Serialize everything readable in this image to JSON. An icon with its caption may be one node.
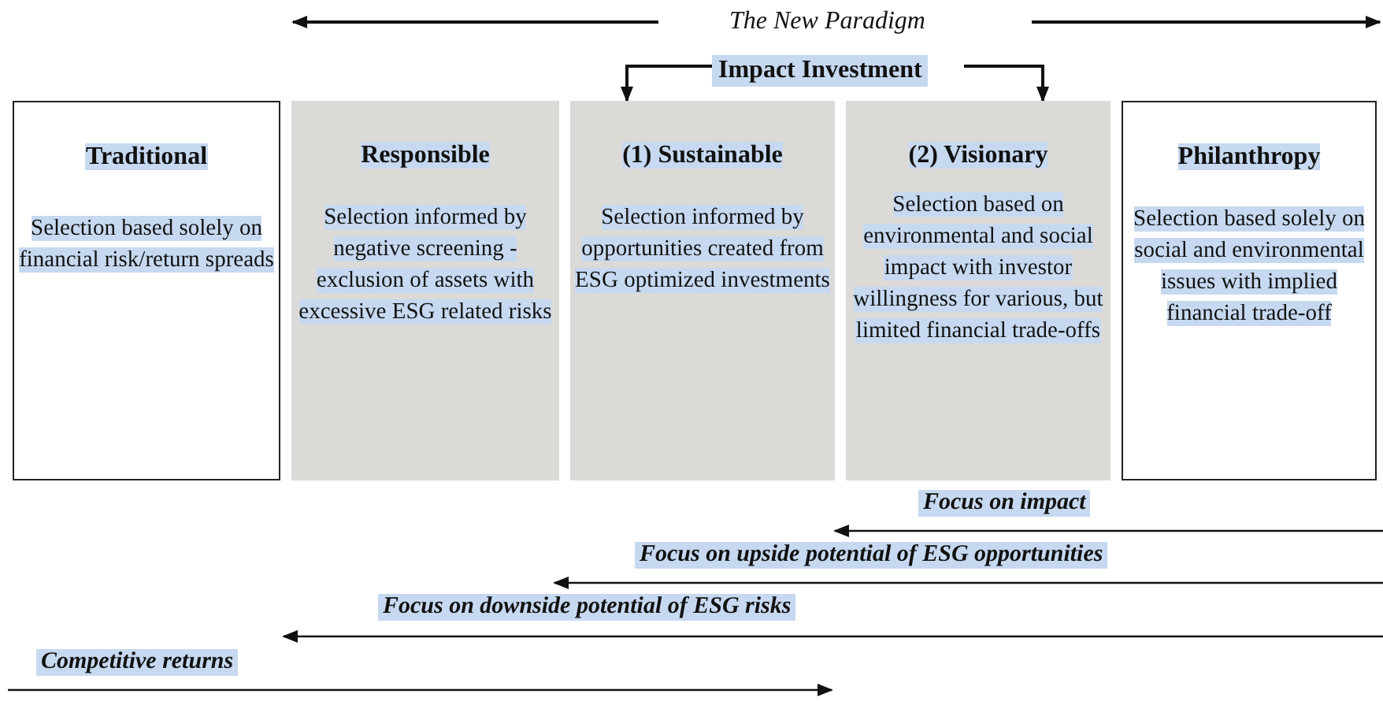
{
  "diagram": {
    "nodes": [
      {
        "text": [
          "Traditional",
          "Selection based solely on financial risk/return spreads"
        ]
      },
      {
        "text": [
          "Responsible",
          "Selection informed by negative screening - exclusion of assets with excessive ESG related risks"
        ]
      },
      {
        "text": [
          "(1) Sustainable",
          "Selection informed by opportunities created from ESG optimized investments"
        ]
      },
      {
        "text": [
          "(2) Visionary",
          "Selection based on environmental and social impact with investor willingness for various, but limited financial trade-offs"
        ]
      },
      {
        "text": [
          "Philanthropy",
          "Selection based solely on social and environmental issues with implied financial trade-off"
        ]
      },
      {
        "text": [
          "Impact Investment"
        ]
      }
    ],
    "edges": [
      {
        "from": 5,
        "to": 2,
        "arrow": "to"
      },
      {
        "from": 5,
        "to": 3,
        "arrow": "to"
      }
    ],
    "labels": [
      "The New Paradigm",
      "Focus on impact",
      "Focus on upside potential of ESG opportunities",
      "Focus on downside potential of ESG risks",
      "Competitive returns"
    ]
  }
}
